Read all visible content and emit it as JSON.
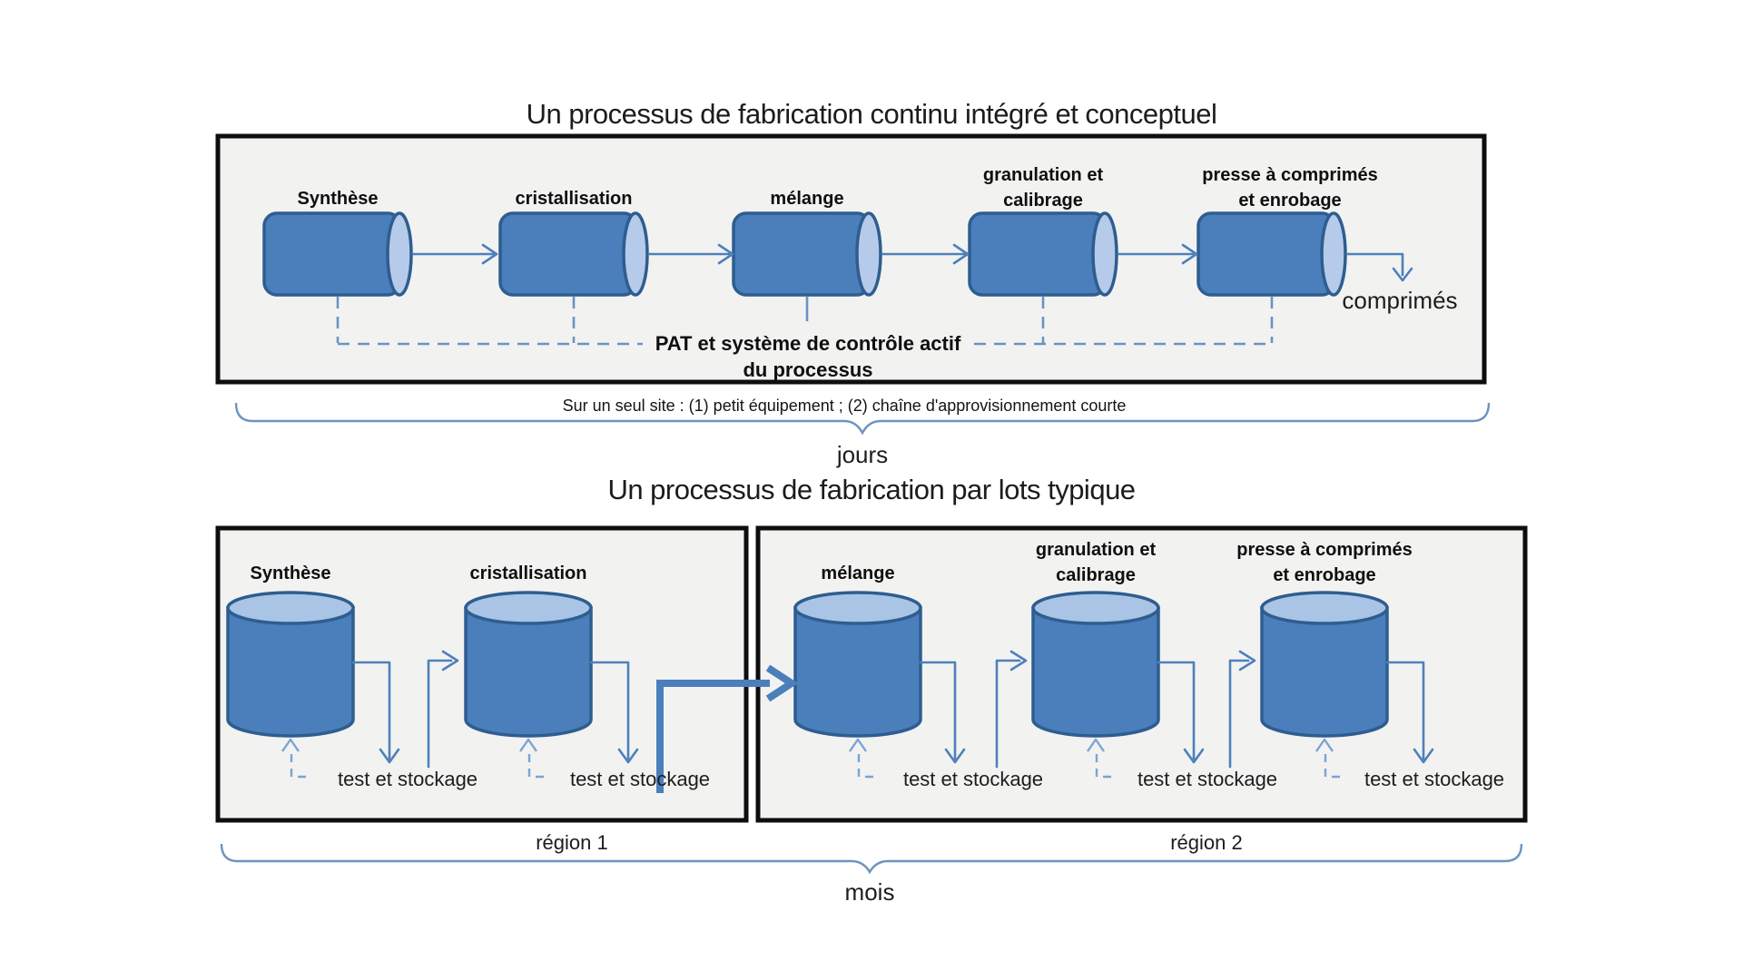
{
  "colors": {
    "cylinder_body": "#4a7fbc",
    "cylinder_edge": "#2e5d90",
    "cylinder_top": "#a9c4e4",
    "cylinder_end": "#b6cbe9",
    "flow_line": "#4e80ba",
    "box_background": "#f2f2f1",
    "box_border": "#0e0e0e"
  },
  "continuous": {
    "title": "Un processus de fabrication continu intégré et conceptuel",
    "units": [
      {
        "label": "Synthèse"
      },
      {
        "label": "cristallisation"
      },
      {
        "label": "mélange"
      },
      {
        "label_line1": "granulation et",
        "label_line2": "calibrage"
      },
      {
        "label_line1": "presse à comprimés",
        "label_line2": "et enrobage"
      }
    ],
    "output_label": "comprimés",
    "pat_label_line1": "PAT et système de contrôle actif",
    "pat_label_line2": "du processus",
    "site_note": "Sur un seul site : (1) petit équipement ; (2) chaîne d'approvisionnement courte",
    "timescale_label": "jours"
  },
  "batch": {
    "title": "Un processus de fabrication par lots typique",
    "region1": {
      "label": "région 1",
      "units": [
        {
          "label": "Synthèse"
        },
        {
          "label": "cristallisation"
        }
      ]
    },
    "region2": {
      "label": "région 2",
      "units": [
        {
          "label": "mélange"
        },
        {
          "label_line1": "granulation et",
          "label_line2": "calibrage"
        },
        {
          "label_line1": "presse à comprimés",
          "label_line2": "et enrobage"
        }
      ]
    },
    "test_storage_label": "test et stockage",
    "timescale_label": "mois"
  }
}
